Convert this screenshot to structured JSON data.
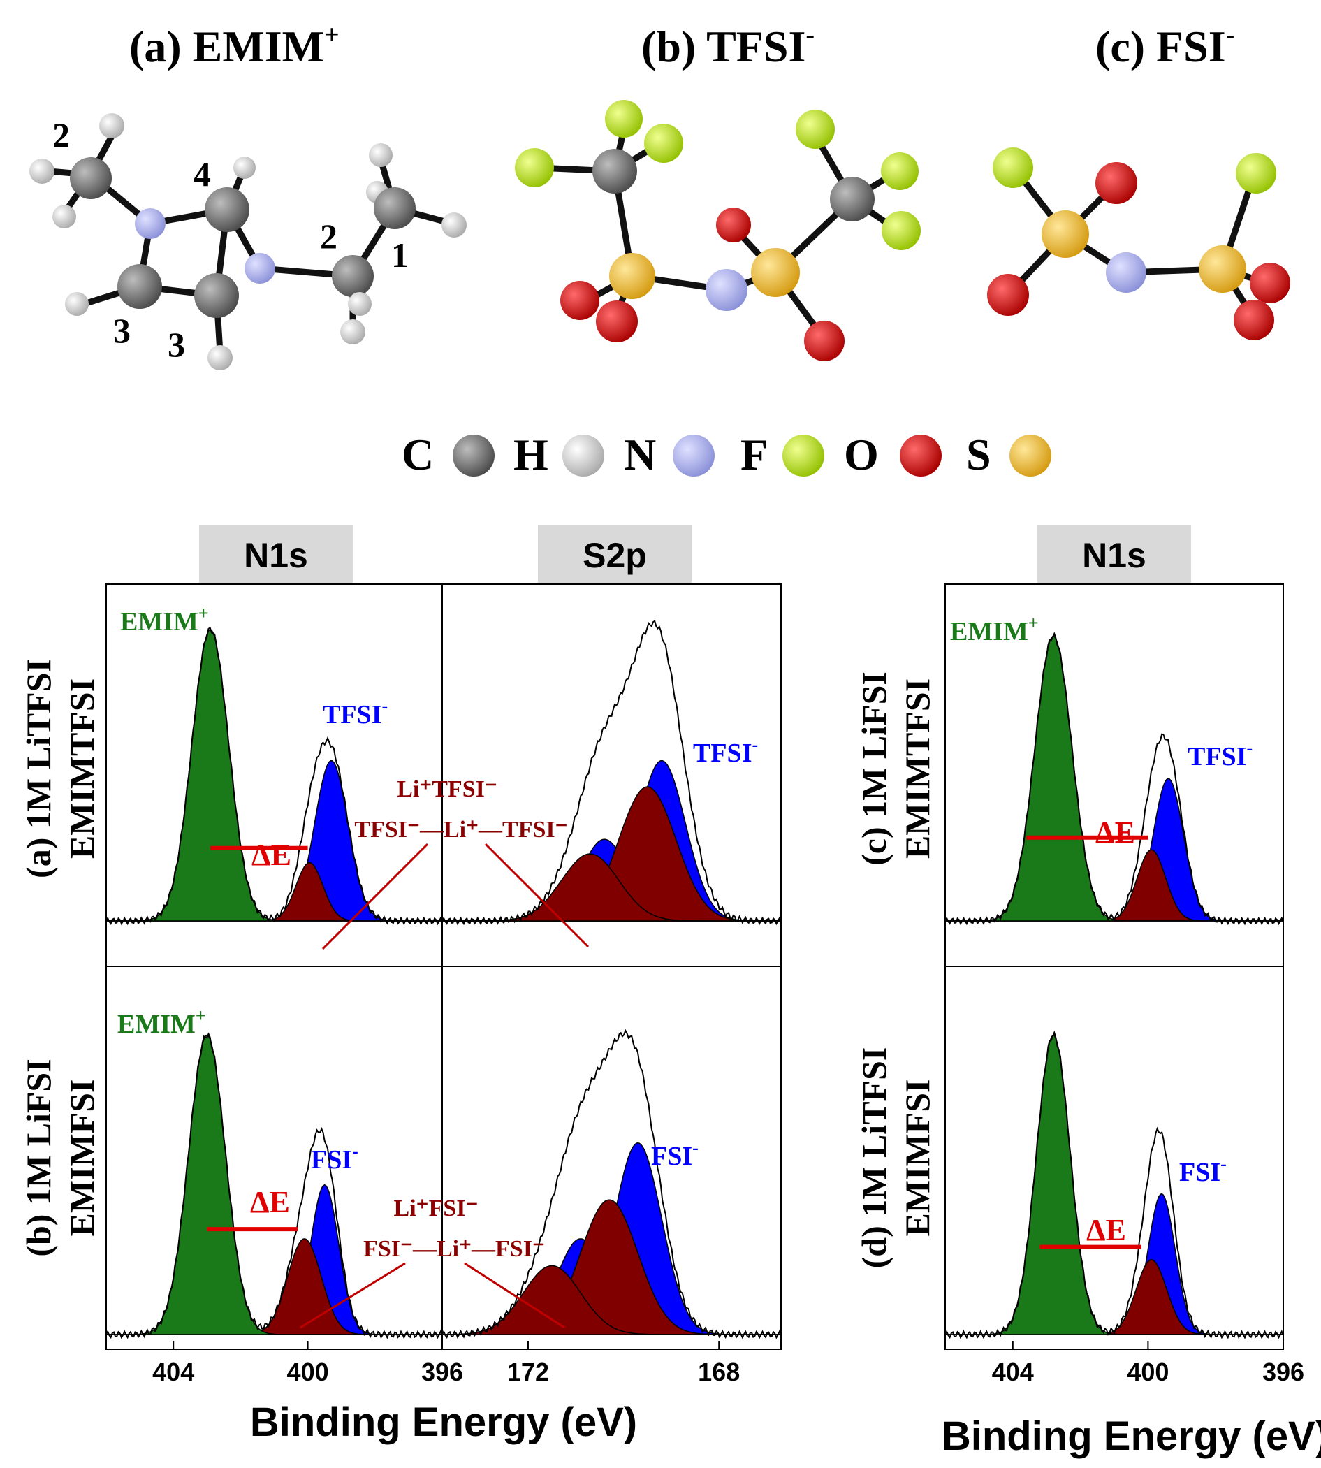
{
  "molecules": {
    "titles": [
      "(a) EMIM",
      "(b) TFSI",
      "(c) FSI"
    ],
    "title_sups": [
      "+",
      "-",
      "-"
    ],
    "emim_carbon_labels": [
      "2",
      "4",
      "3",
      "3",
      "2",
      "1"
    ]
  },
  "legend": [
    {
      "label": "C",
      "color": "#6b6b6b"
    },
    {
      "label": "H",
      "color": "#d9d9d9"
    },
    {
      "label": "N",
      "color": "#a9aee8"
    },
    {
      "label": "F",
      "color": "#b8e010"
    },
    {
      "label": "O",
      "color": "#d40000"
    },
    {
      "label": "S",
      "color": "#f0b830"
    }
  ],
  "colors": {
    "emim": "#1a7a1a",
    "anion": "#0000ff",
    "li_complex": "#800000",
    "delta_e": "#e00000"
  },
  "labels": {
    "tab_n1s": "N1s",
    "tab_s2p": "S2p",
    "row_a": "(a) 1M LiTFSI",
    "row_a2": "EMIMTFSI",
    "row_b": "(b) 1M LiFSI",
    "row_b2": "EMIMFSI",
    "row_c": "(c) 1M LiFSI",
    "row_c2": "EMIMTFSI",
    "row_d": "(d) 1M LiTFSI",
    "row_d2": "EMIMFSI",
    "emim": "EMIM",
    "tfsi": "TFSI",
    "fsi": "FSI",
    "sup_plus": "+",
    "sup_minus": "-",
    "delta_e": "ΔE",
    "li_tfsi": "Li⁺TFSI⁻",
    "tfsi_li_tfsi": "TFSI⁻—Li⁺—TFSI⁻",
    "li_fsi": "Li⁺FSI⁻",
    "fsi_li_fsi": "FSI⁻—Li⁺—FSI⁻",
    "xlabel": "Binding Energy (eV)"
  },
  "chart_data": [
    {
      "id": "a_N1s",
      "type": "area",
      "region": "N1s",
      "xlim": [
        406,
        396
      ],
      "xticks": [
        404,
        400,
        396
      ],
      "ylim": [
        0,
        1.05
      ],
      "series": [
        {
          "name": "EMIM+",
          "center": 402.9,
          "height": 1.0,
          "sigma": 0.55
        },
        {
          "name": "TFSI-",
          "center": 399.3,
          "height": 0.55,
          "sigma": 0.5
        },
        {
          "name": "Li+TFSI-",
          "center": 399.95,
          "height": 0.2,
          "sigma": 0.4
        }
      ],
      "delta_e": [
        402.9,
        400.0
      ]
    },
    {
      "id": "a_S2p",
      "type": "area",
      "region": "S2p",
      "xlim": [
        173.8,
        166.7
      ],
      "xticks": [
        172,
        168
      ],
      "ylim": [
        0,
        1.05
      ],
      "series": [
        {
          "name": "TFSI-",
          "center": 169.2,
          "height": 0.55,
          "sigma": 0.5
        },
        {
          "name": "TFSI-",
          "center": 170.4,
          "height": 0.28,
          "sigma": 0.5
        },
        {
          "name": "Li+TFSI-",
          "center": 169.5,
          "height": 0.46,
          "sigma": 0.6
        },
        {
          "name": "Li+TFSI-",
          "center": 170.7,
          "height": 0.23,
          "sigma": 0.6
        }
      ]
    },
    {
      "id": "b_N1s",
      "type": "area",
      "region": "N1s",
      "xlim": [
        406,
        396
      ],
      "xticks": [
        404,
        400,
        396
      ],
      "ylim": [
        0,
        1.05
      ],
      "series": [
        {
          "name": "EMIM+",
          "center": 403.0,
          "height": 1.0,
          "sigma": 0.55
        },
        {
          "name": "FSI-",
          "center": 399.5,
          "height": 0.5,
          "sigma": 0.42
        },
        {
          "name": "Li+FSI-",
          "center": 400.1,
          "height": 0.32,
          "sigma": 0.5
        }
      ],
      "delta_e": [
        403.0,
        400.3
      ]
    },
    {
      "id": "b_S2p",
      "type": "area",
      "region": "S2p",
      "xlim": [
        173.8,
        166.7
      ],
      "xticks": [
        172,
        168
      ],
      "ylim": [
        0,
        1.05
      ],
      "series": [
        {
          "name": "FSI-",
          "center": 169.7,
          "height": 0.64,
          "sigma": 0.5
        },
        {
          "name": "FSI-",
          "center": 170.9,
          "height": 0.32,
          "sigma": 0.5
        },
        {
          "name": "Li+FSI-",
          "center": 170.3,
          "height": 0.45,
          "sigma": 0.6
        },
        {
          "name": "Li+FSI-",
          "center": 171.5,
          "height": 0.23,
          "sigma": 0.6
        }
      ]
    },
    {
      "id": "c_N1s",
      "type": "area",
      "region": "N1s",
      "xlim": [
        406,
        396
      ],
      "xticks": [
        404,
        400,
        396
      ],
      "ylim": [
        0,
        1.05
      ],
      "series": [
        {
          "name": "EMIM+",
          "center": 402.8,
          "height": 1.0,
          "sigma": 0.55
        },
        {
          "name": "TFSI-",
          "center": 399.4,
          "height": 0.5,
          "sigma": 0.45
        },
        {
          "name": "Li+TFSI-",
          "center": 399.9,
          "height": 0.25,
          "sigma": 0.42
        }
      ],
      "delta_e": [
        403.6,
        400.0
      ]
    },
    {
      "id": "d_N1s",
      "type": "area",
      "region": "N1s",
      "xlim": [
        406,
        396
      ],
      "xticks": [
        404,
        400,
        396
      ],
      "ylim": [
        0,
        1.05
      ],
      "series": [
        {
          "name": "EMIM+",
          "center": 402.8,
          "height": 1.0,
          "sigma": 0.5
        },
        {
          "name": "FSI-",
          "center": 399.6,
          "height": 0.47,
          "sigma": 0.4
        },
        {
          "name": "Li+FSI-",
          "center": 399.9,
          "height": 0.25,
          "sigma": 0.45
        }
      ],
      "delta_e": [
        403.2,
        400.2
      ]
    }
  ]
}
